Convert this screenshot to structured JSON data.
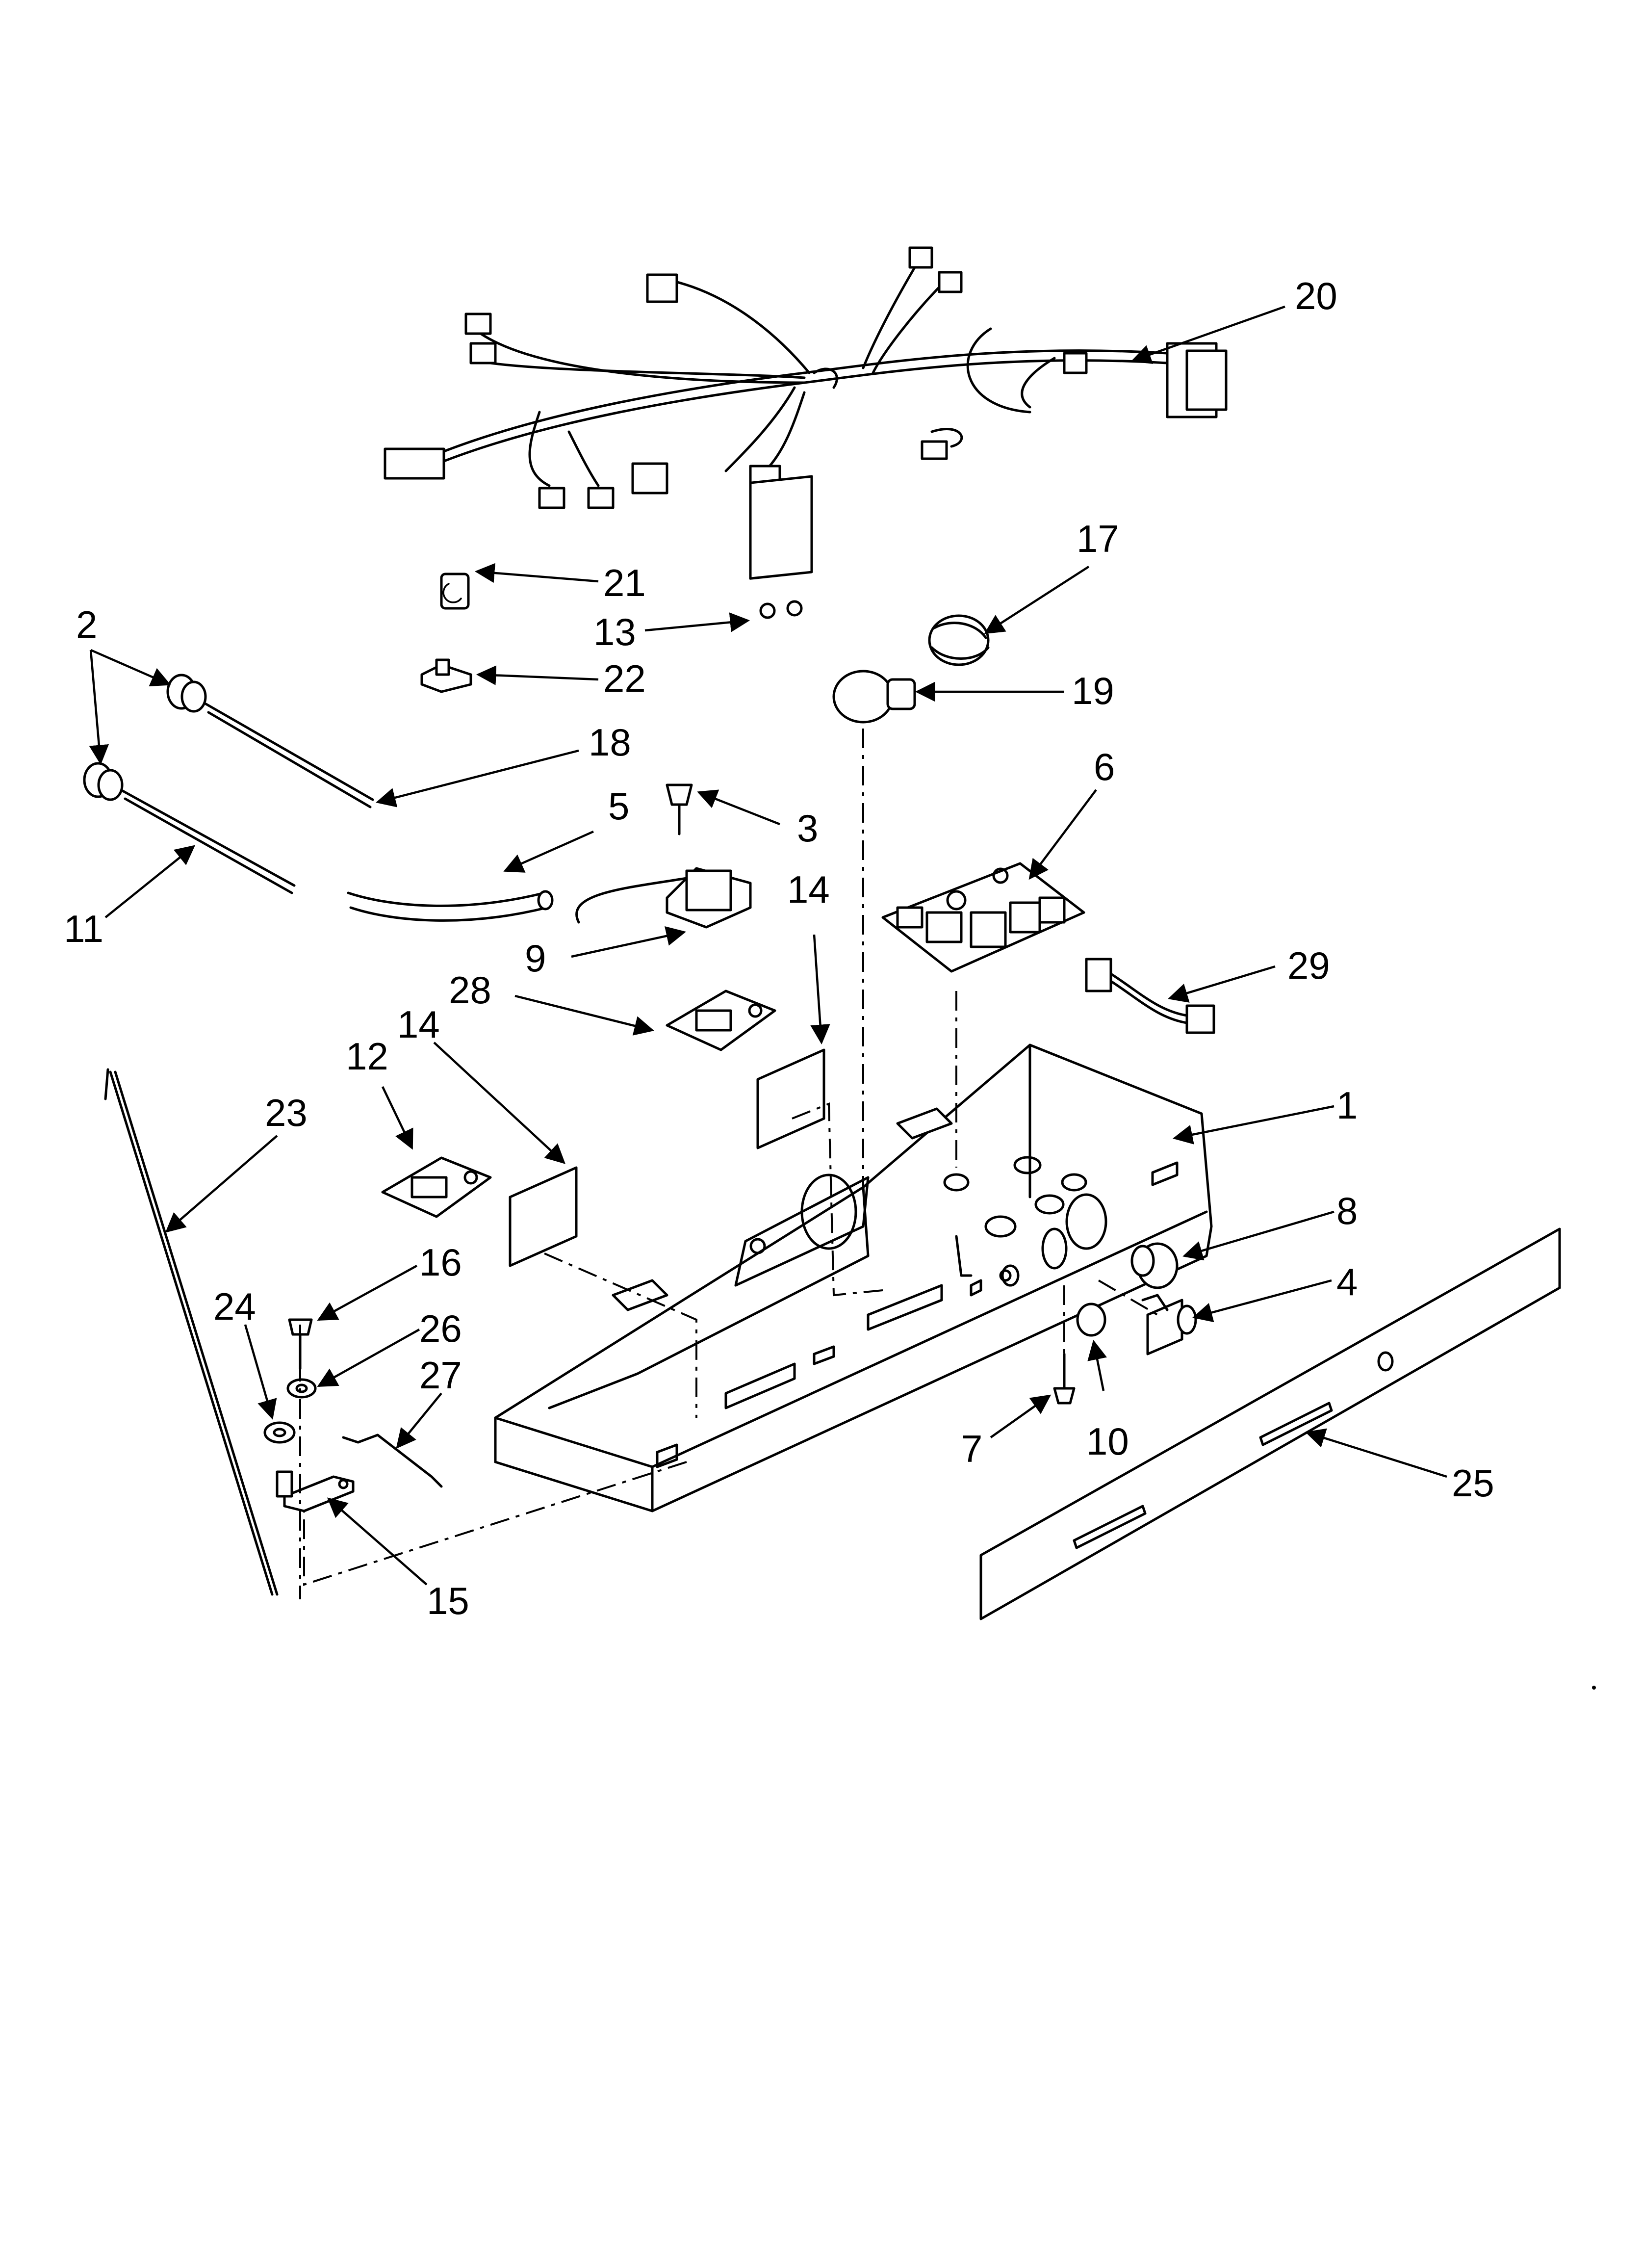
{
  "callouts": [
    {
      "id": "20",
      "label": "20"
    },
    {
      "id": "21",
      "label": "21"
    },
    {
      "id": "13",
      "label": "13"
    },
    {
      "id": "22",
      "label": "22"
    },
    {
      "id": "17",
      "label": "17"
    },
    {
      "id": "19",
      "label": "19"
    },
    {
      "id": "2",
      "label": "2"
    },
    {
      "id": "18",
      "label": "18"
    },
    {
      "id": "3",
      "label": "3"
    },
    {
      "id": "5",
      "label": "5"
    },
    {
      "id": "6",
      "label": "6"
    },
    {
      "id": "11",
      "label": "11"
    },
    {
      "id": "9",
      "label": "9"
    },
    {
      "id": "14a",
      "label": "14"
    },
    {
      "id": "29",
      "label": "29"
    },
    {
      "id": "28",
      "label": "28"
    },
    {
      "id": "14b",
      "label": "14"
    },
    {
      "id": "12",
      "label": "12"
    },
    {
      "id": "23",
      "label": "23"
    },
    {
      "id": "1",
      "label": "1"
    },
    {
      "id": "8",
      "label": "8"
    },
    {
      "id": "16",
      "label": "16"
    },
    {
      "id": "4",
      "label": "4"
    },
    {
      "id": "24",
      "label": "24"
    },
    {
      "id": "26",
      "label": "26"
    },
    {
      "id": "27",
      "label": "27"
    },
    {
      "id": "7",
      "label": "7"
    },
    {
      "id": "10",
      "label": "10"
    },
    {
      "id": "25",
      "label": "25"
    },
    {
      "id": "15",
      "label": "15"
    }
  ]
}
